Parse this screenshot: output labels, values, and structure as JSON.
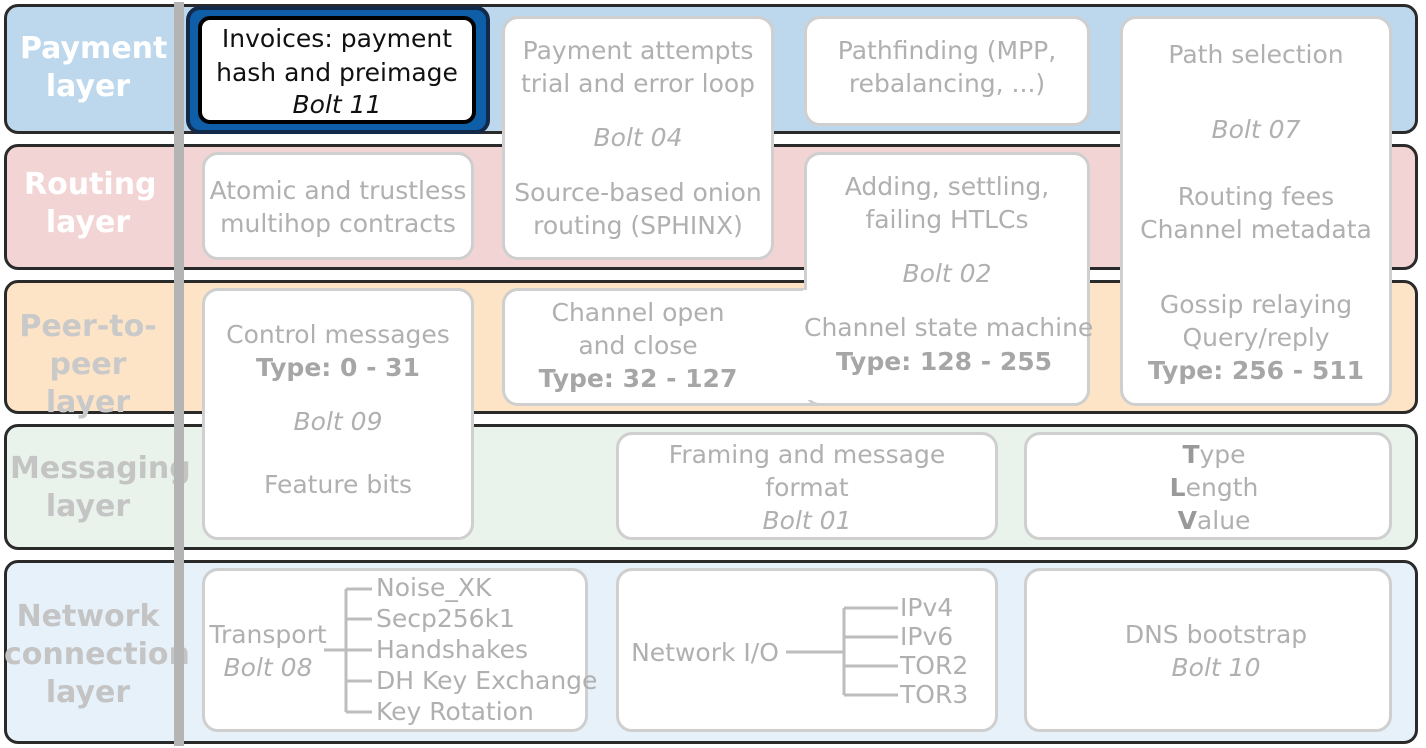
{
  "colors": {
    "payment": "#bdd7ec",
    "routing": "#f3d4d4",
    "p2p": "#fde4c6",
    "messaging": "#e9f3ec",
    "network": "#e7f1fa",
    "highlight": "#0e5ea8"
  },
  "layers": {
    "payment": "Payment layer",
    "routing": "Routing layer",
    "p2p": "Peer-to-peer layer",
    "messaging": "Messaging layer",
    "network": "Network connection layer"
  },
  "invoices": {
    "l1": "Invoices: payment",
    "l2": "hash and preimage",
    "bolt": "Bolt 11"
  },
  "payment_attempts": {
    "l1": "Payment attempts",
    "l2": "trial and error loop",
    "bolt": "Bolt 04",
    "l3": "Source-based onion",
    "l4": "routing (SPHINX)"
  },
  "pathfinding": {
    "l1": "Pathfinding (MPP,",
    "l2": "rebalancing, ...)"
  },
  "path_selection": {
    "l1": "Path selection",
    "bolt": "Bolt 07",
    "l2": "Routing fees",
    "l3": "Channel metadata",
    "l4": "Gossip relaying",
    "l5": "Query/reply",
    "type": "Type: 256 - 511"
  },
  "atomic": {
    "l1": "Atomic and trustless",
    "l2": "multihop contracts"
  },
  "htlc": {
    "l1": "Adding, settling,",
    "l2": "failing HTLCs",
    "bolt": "Bolt 02",
    "l3": "Channel state machine",
    "type": "Type: 128 - 255"
  },
  "control": {
    "l1": "Control messages",
    "type": "Type: 0 - 31",
    "bolt": "Bolt 09",
    "l2": "Feature bits"
  },
  "channel_open": {
    "l1": "Channel open",
    "l2": "and close",
    "type": "Type: 32 - 127"
  },
  "framing": {
    "l1": "Framing and message",
    "l2": "format",
    "bolt": "Bolt 01"
  },
  "tlv": {
    "t": {
      "first": "T",
      "rest": "ype"
    },
    "l": {
      "first": "L",
      "rest": "ength"
    },
    "v": {
      "first": "V",
      "rest": "alue"
    }
  },
  "transport": {
    "l1": "Transport",
    "bolt": "Bolt 08",
    "items": [
      "Noise_XK",
      "Secp256k1",
      "Handshakes",
      "DH Key Exchange",
      "Key Rotation"
    ]
  },
  "network_io": {
    "l1": "Network I/O",
    "items": [
      "IPv4",
      "IPv6",
      "TOR2",
      "TOR3"
    ]
  },
  "dns": {
    "l1": "DNS bootstrap",
    "bolt": "Bolt 10"
  }
}
